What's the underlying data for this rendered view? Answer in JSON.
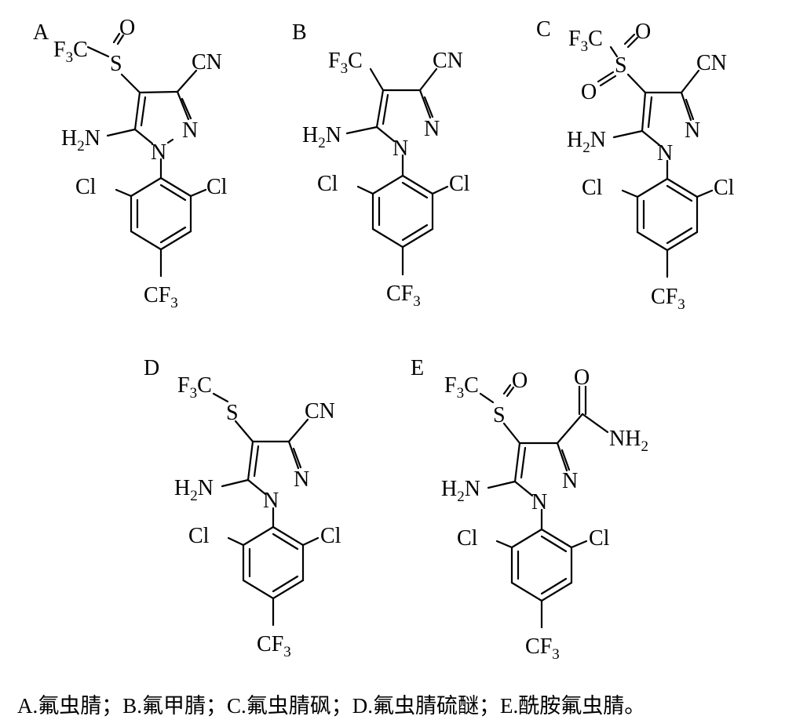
{
  "labels": {
    "A": "A",
    "B": "B",
    "C": "C",
    "D": "D",
    "E": "E"
  },
  "atoms": {
    "F": "F",
    "C": "C",
    "S": "S",
    "O": "O",
    "N": "N",
    "H": "H",
    "Cl": "Cl",
    "CN": "CN",
    "NH": "NH",
    "sub3": "3",
    "sub2": "2"
  },
  "caption": "A.氟虫腈；B.氟甲腈；C.氟虫腈砜；D.氟虫腈硫醚；E.酰胺氟虫腈。"
}
